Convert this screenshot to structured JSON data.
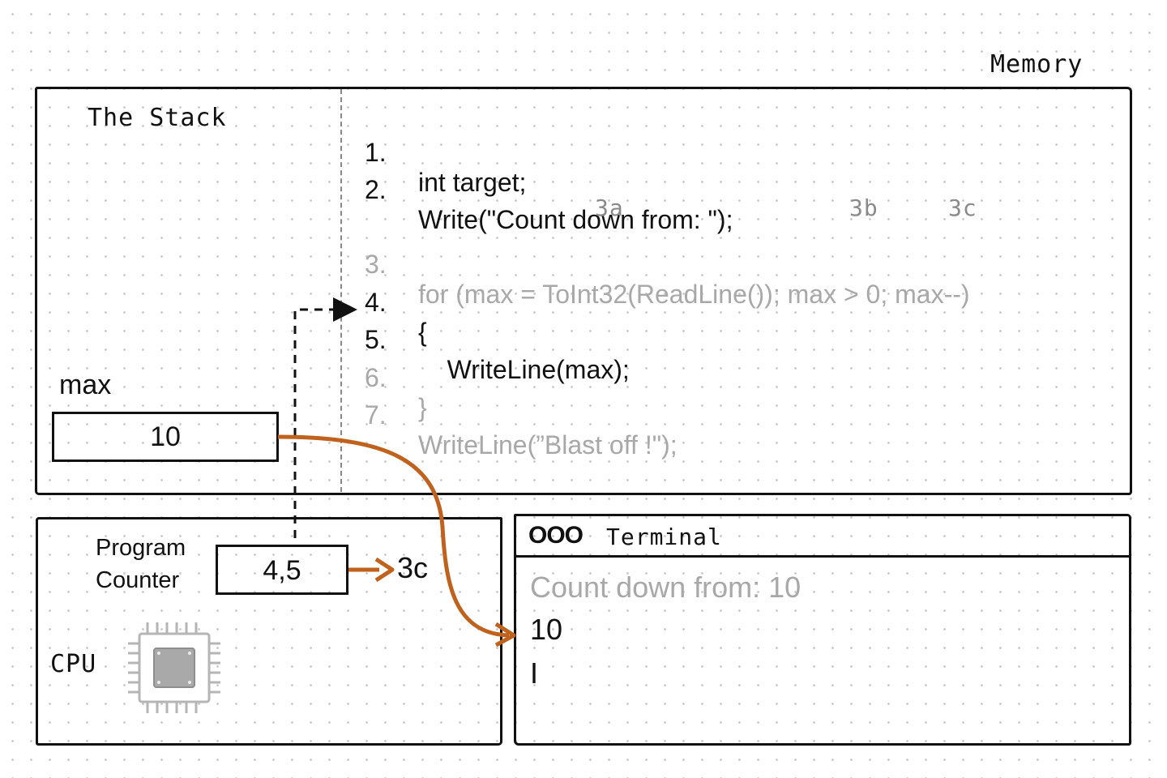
{
  "memory": {
    "label": "Memory"
  },
  "stack": {
    "title": "The Stack",
    "variable": {
      "name": "max",
      "value": "10"
    }
  },
  "code": {
    "lines": [
      {
        "num": "1.",
        "text": "int target;",
        "dimmed": false
      },
      {
        "num": "2.",
        "text": "Write(\"Count down from: \");",
        "dimmed": false
      },
      {
        "num": "3.",
        "text": "for (max = ToInt32(ReadLine()); max > 0; max--)",
        "dimmed": true
      },
      {
        "num": "4.",
        "text": "{",
        "dimmed": false
      },
      {
        "num": "5.",
        "text": "    WriteLine(max);",
        "dimmed": false
      },
      {
        "num": "6.",
        "text": "}",
        "dimmed": true
      },
      {
        "num": "7.",
        "text": "WriteLine(”Blast off !\");",
        "dimmed": true
      }
    ],
    "annotations": [
      "3a",
      "3b",
      "3c"
    ]
  },
  "cpu": {
    "label": "CPU",
    "program_counter_label_1": "Program",
    "program_counter_label_2": "Counter",
    "program_counter_value": "4,5",
    "next_step": "3c",
    "chip_icon": "cpu-chip-icon"
  },
  "terminal": {
    "traffic_lights": "OOO",
    "title": "Terminal",
    "lines": [
      {
        "text": "Count down from: 10",
        "dimmed": true
      },
      {
        "text": "10",
        "dimmed": false
      },
      {
        "text": "I",
        "dimmed": false
      }
    ]
  },
  "colors": {
    "arrow": "#c0621d",
    "dim": "#a8a8a8",
    "ink": "#111111"
  }
}
